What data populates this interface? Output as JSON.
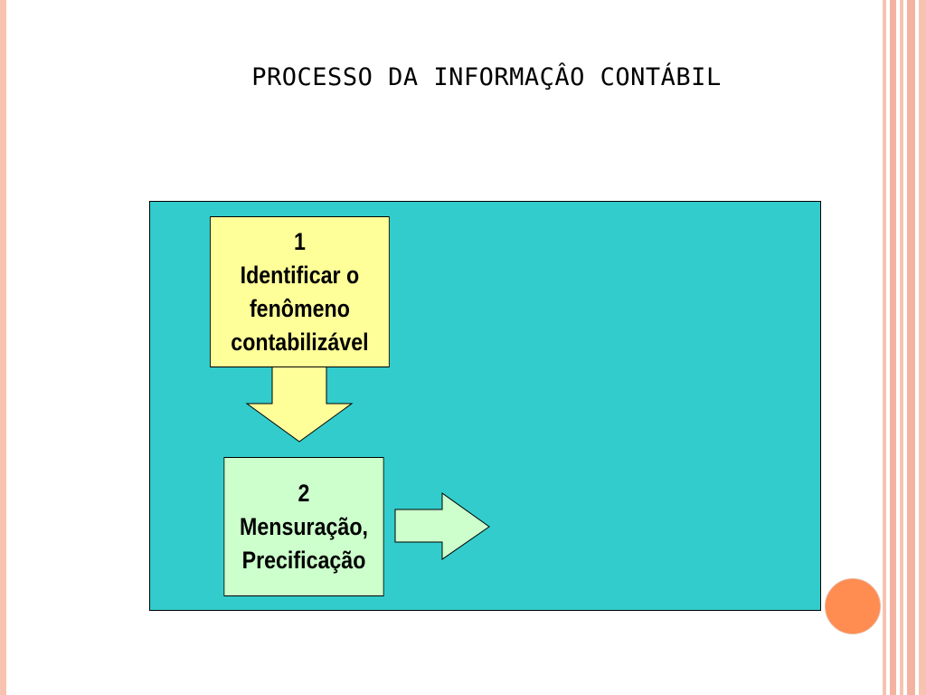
{
  "title": "PROCESSO DA INFORMAÇÂO CONTÁBIL",
  "steps": [
    {
      "number": "1",
      "lines": [
        "Identificar o",
        "fenômeno",
        "contabilizável"
      ]
    },
    {
      "number": "2",
      "lines": [
        "Mensuração,",
        "Precificação"
      ]
    }
  ],
  "colors": {
    "panel": "#33cccc",
    "step1_fill": "#ffff99",
    "step2_fill": "#ccffcc",
    "accent_stripe": "#f4b8a0",
    "accent_circle": "#ff8c50"
  }
}
